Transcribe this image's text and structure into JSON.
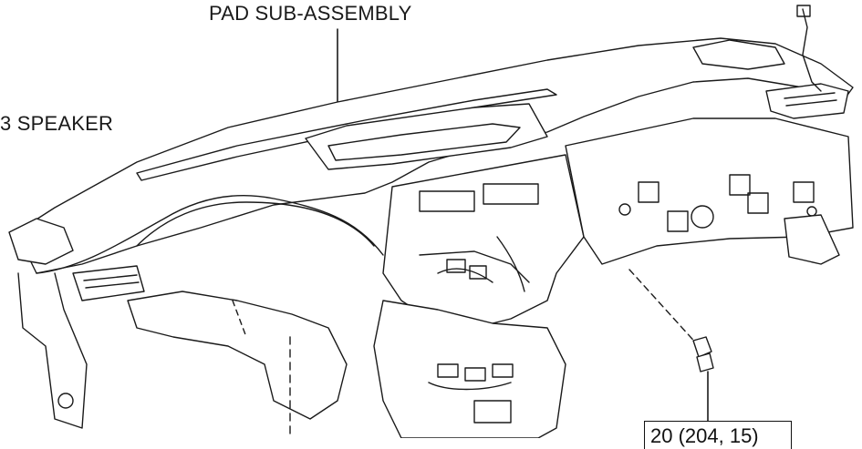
{
  "labels": {
    "pad_sub_assembly": "PAD SUB-ASSEMBLY",
    "speaker": "3 SPEAKER",
    "torque_spec": "20 (204, 15)"
  },
  "colors": {
    "line": "#1a1a1a",
    "background": "#ffffff",
    "fill": "#ffffff"
  },
  "icons": {
    "bolt": "bolt-icon"
  }
}
